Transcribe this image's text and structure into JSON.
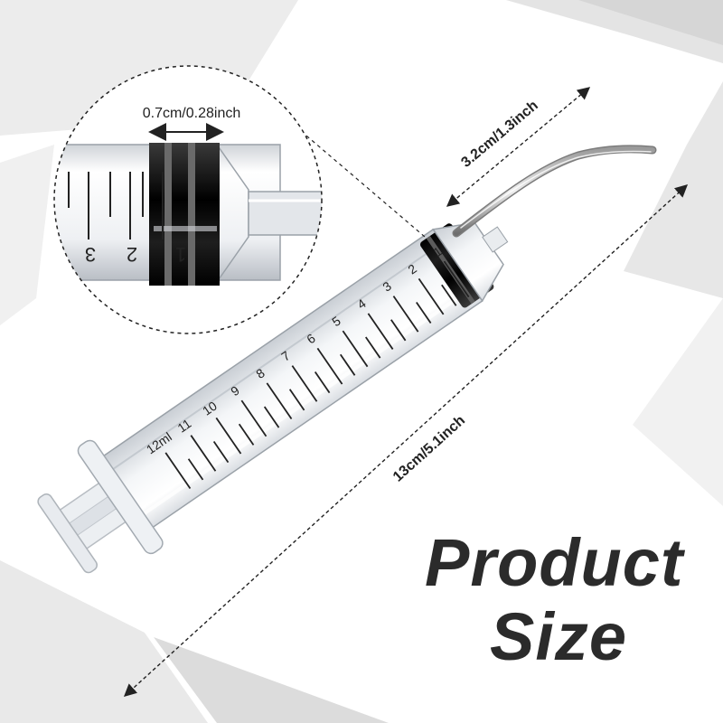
{
  "title": {
    "line1": "Product",
    "line2": "Size"
  },
  "dimensions": {
    "nozzle_diameter": "0.7cm/0.28inch",
    "barrel_diameter": "3.2cm/1.3inch",
    "total_length": "13cm/5.1inch"
  },
  "scale": {
    "barrel_numbers": [
      "1",
      "2",
      "3",
      "4",
      "5",
      "6",
      "7",
      "8",
      "9",
      "10",
      "11",
      "12ml"
    ],
    "zoom_numbers": [
      "3",
      "2",
      "1"
    ]
  },
  "colors": {
    "background_gray": "#e6e6e6",
    "panel_white": "#ffffff",
    "plastic": "#f2f4f6",
    "rubber": "#111111",
    "text": "#2b2b2b"
  }
}
